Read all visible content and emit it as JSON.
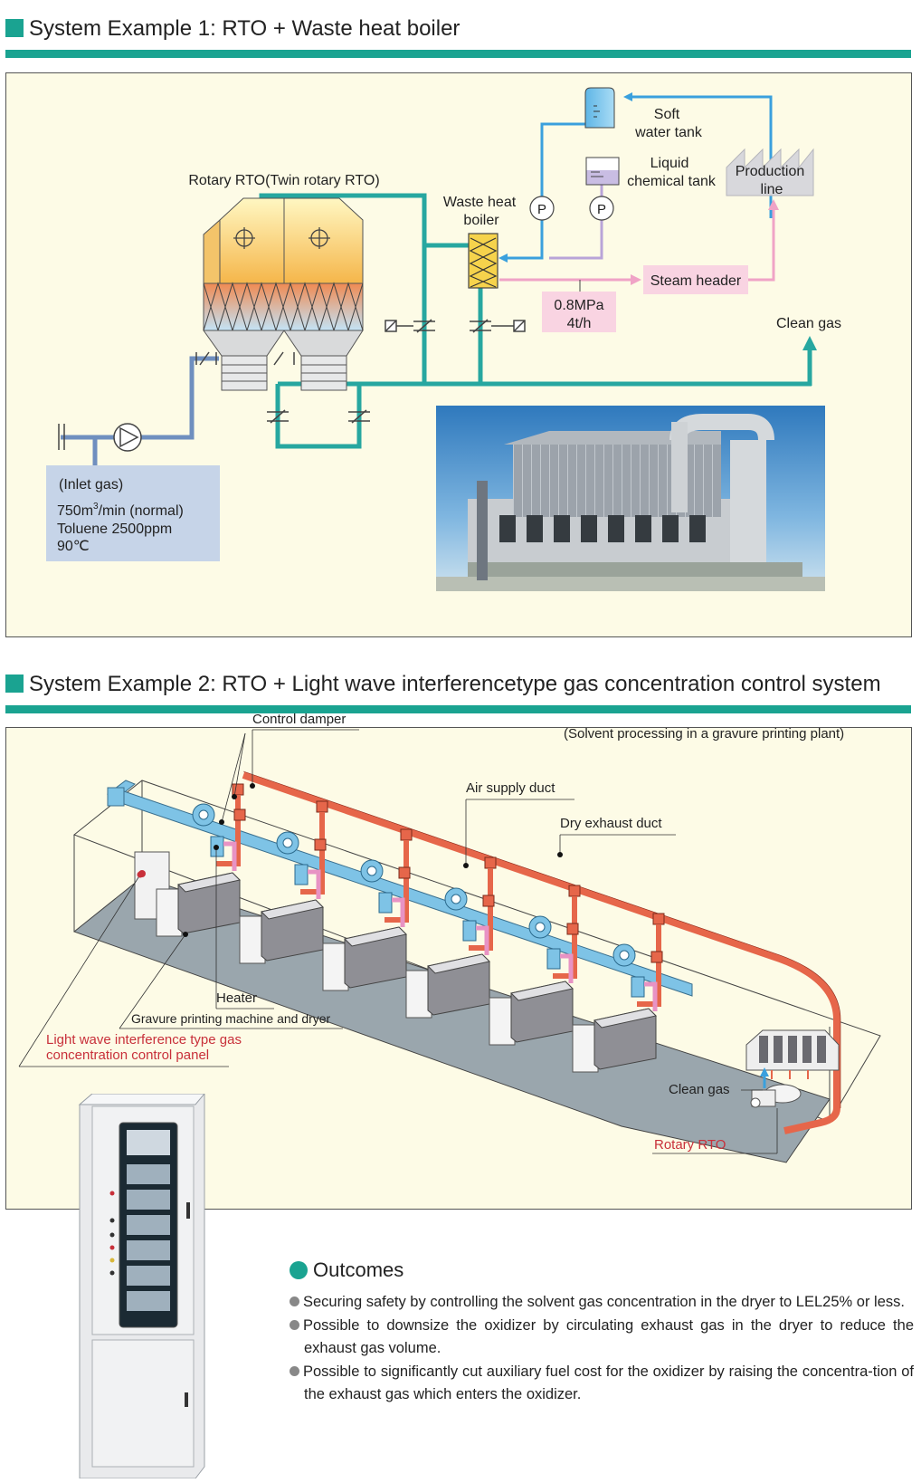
{
  "section1": {
    "title": "System Example 1: RTO + Waste heat boiler",
    "labels": {
      "soft_water_tank_1": "Soft",
      "soft_water_tank_2": "water tank",
      "liquid_chemical_tank_1": "Liquid",
      "liquid_chemical_tank_2": "chemical tank",
      "production_line_1": "Production",
      "production_line_2": "line",
      "rotary_rto": "Rotary RTO(Twin rotary RTO)",
      "waste_heat_boiler_1": "Waste heat",
      "waste_heat_boiler_2": "boiler",
      "pump": "P",
      "steam_header": "Steam header",
      "pressure": "0.8MPa",
      "flow": "4t/h",
      "clean_gas": "Clean gas"
    },
    "inlet": {
      "title": "(Inlet gas)",
      "flow_value": "750m",
      "flow_sup": "3",
      "flow_unit": "/min (normal)",
      "toluene": "Toluene 2500ppm",
      "temp": "90℃"
    }
  },
  "section2": {
    "title": "System Example 2: RTO + Light wave interferencetype gas concentration control system",
    "labels": {
      "subtitle": "(Solvent processing in a gravure printing plant)",
      "control_damper": "Control damper",
      "air_supply_duct": "Air supply duct",
      "dry_exhaust_duct": "Dry exhaust duct",
      "heater": "Heater",
      "gravure_machine": "Gravure printing machine and dryer",
      "panel_1": "Light wave interference type gas",
      "panel_2": "concentration control panel",
      "clean_gas": "Clean gas",
      "rotary_rto": "Rotary RTO"
    }
  },
  "outcomes": {
    "title": "Outcomes",
    "items": [
      "Securing safety by controlling the solvent gas concentration in the dryer to LEL25% or less.",
      "Possible to downsize the oxidizer by circulating exhaust gas in the dryer to reduce the exhaust gas volume.",
      "Possible to significantly cut auxiliary fuel cost for the oxidizer by raising the concentra-tion of the exhaust gas which enters the oxidizer."
    ]
  },
  "colors": {
    "accent": "#1aa391",
    "duct_teal": "#27a7a0",
    "water_blue": "#3aa0dd",
    "steam_pink": "#f0a3c6",
    "exhaust_red": "#e6664a",
    "air_blue": "#7ec3e6",
    "inlet_box": "#c6d4e8",
    "label_pink": "#f9d4e2",
    "panel_bg": "#fdfbe6",
    "red_text": "#c8303a"
  }
}
